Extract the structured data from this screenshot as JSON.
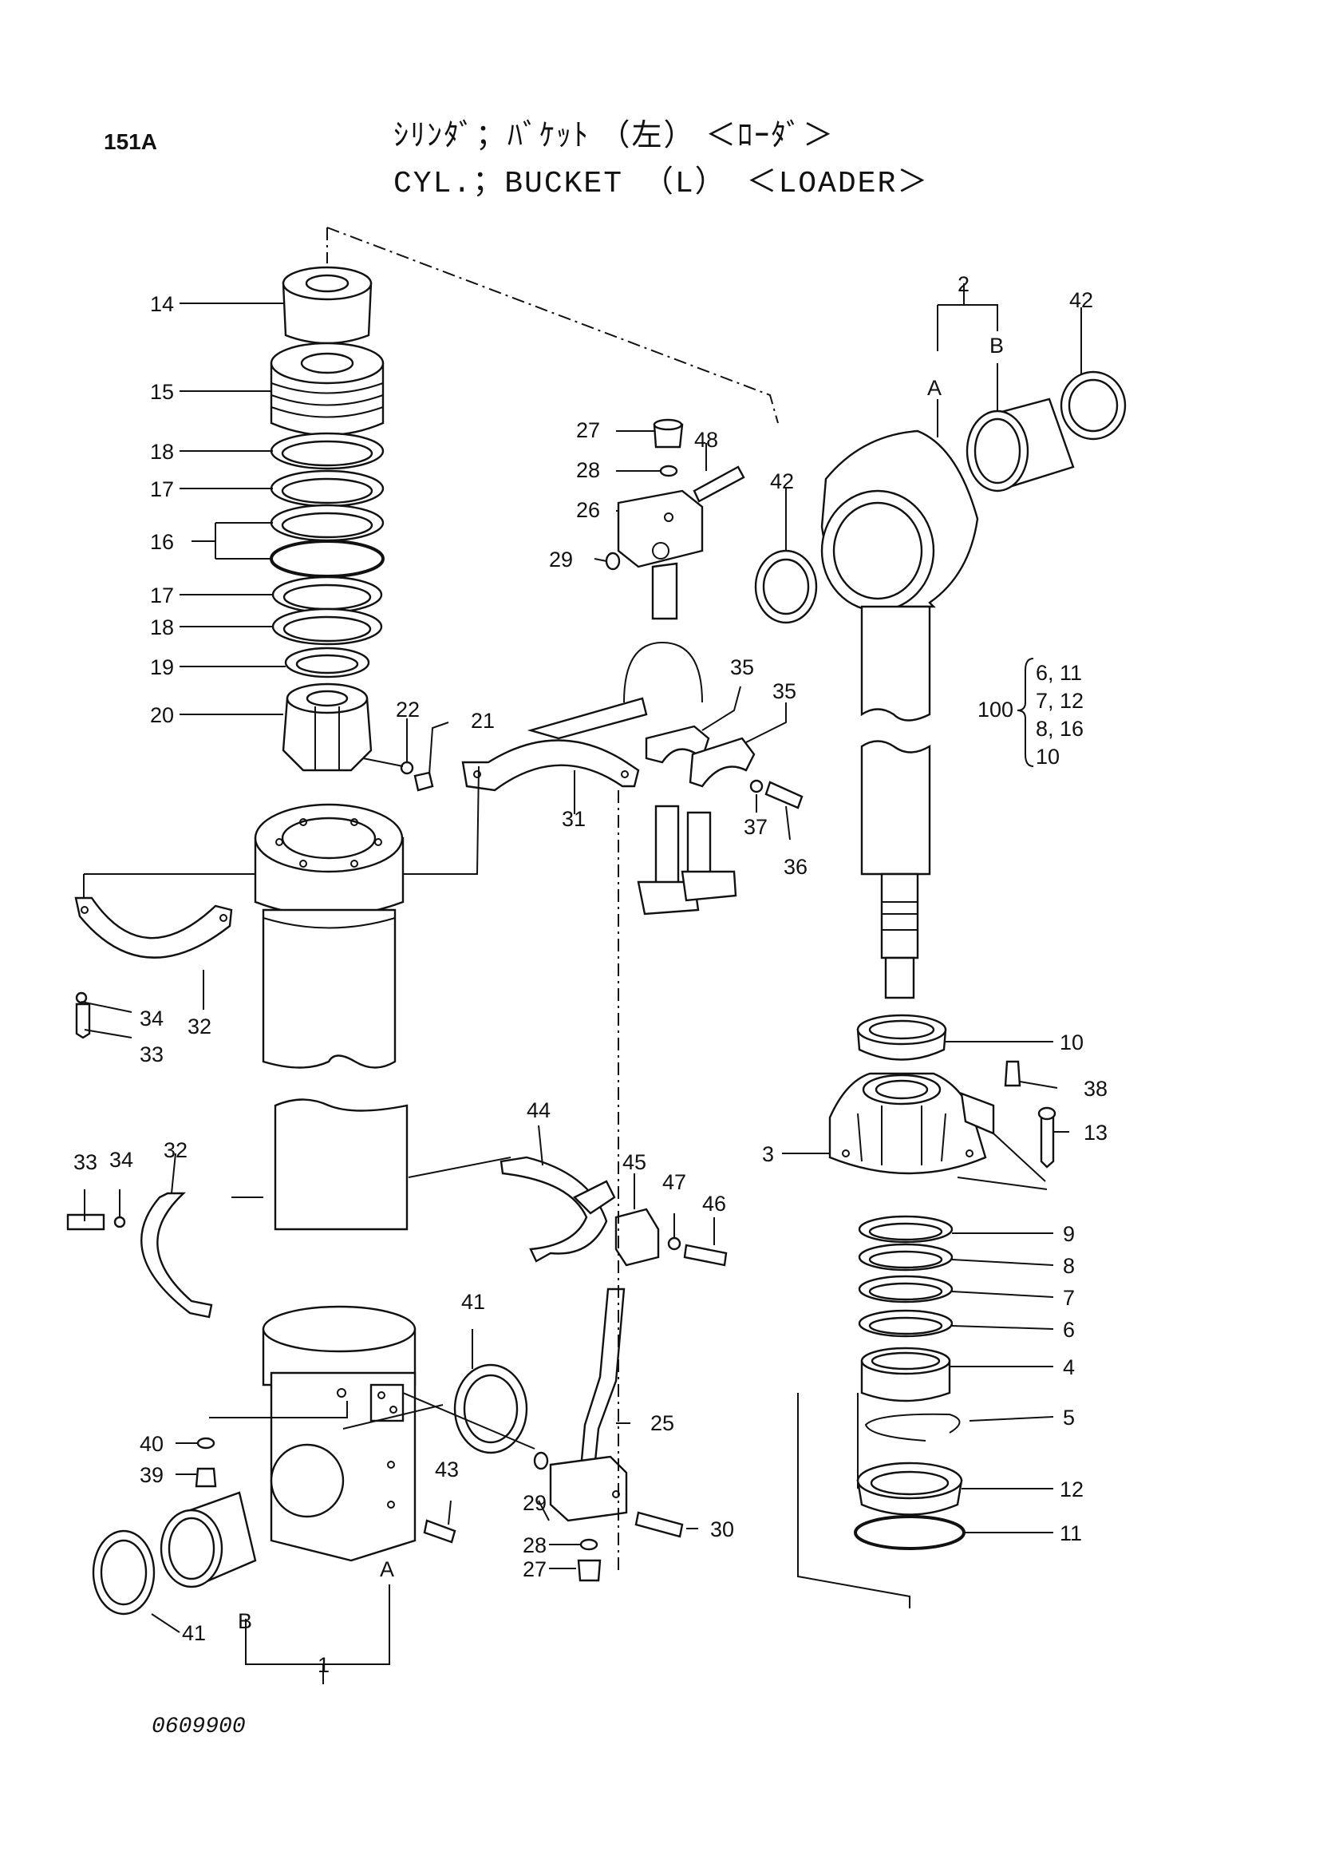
{
  "header": {
    "page_number": "151A",
    "title_jp": "ｼﾘﾝﾀﾞ；ﾊﾞｹｯﾄ （左） ＜ﾛｰﾀﾞ＞",
    "title_en": "CYL.；BUCKET （L） ＜LOADER＞"
  },
  "footer": {
    "drawing_code": "0609900"
  },
  "callouts": {
    "c1": "1",
    "c2": "2",
    "c3": "3",
    "c4": "4",
    "c5": "5",
    "c6": "6",
    "c7": "7",
    "c8": "8",
    "c9": "9",
    "c10": "10",
    "c11": "11",
    "c12": "12",
    "c13": "13",
    "c14": "14",
    "c15": "15",
    "c16": "16",
    "c17": "17",
    "c18": "18",
    "c19": "19",
    "c20": "20",
    "c21": "21",
    "c22": "22",
    "c25": "25",
    "c26": "26",
    "c27": "27",
    "c28": "28",
    "c29": "29",
    "c30": "30",
    "c31": "31",
    "c32": "32",
    "c33": "33",
    "c34": "34",
    "c35": "35",
    "c36": "36",
    "c37": "37",
    "c38": "38",
    "c39": "39",
    "c40": "40",
    "c41": "41",
    "c42": "42",
    "c43": "43",
    "c44": "44",
    "c45": "45",
    "c46": "46",
    "c47": "47",
    "c48": "48",
    "A": "A",
    "B": "B",
    "c100": "100",
    "kit_line1": "6, 11",
    "kit_line2": "7, 12",
    "kit_line3": "8, 16",
    "kit_line4": "10"
  }
}
